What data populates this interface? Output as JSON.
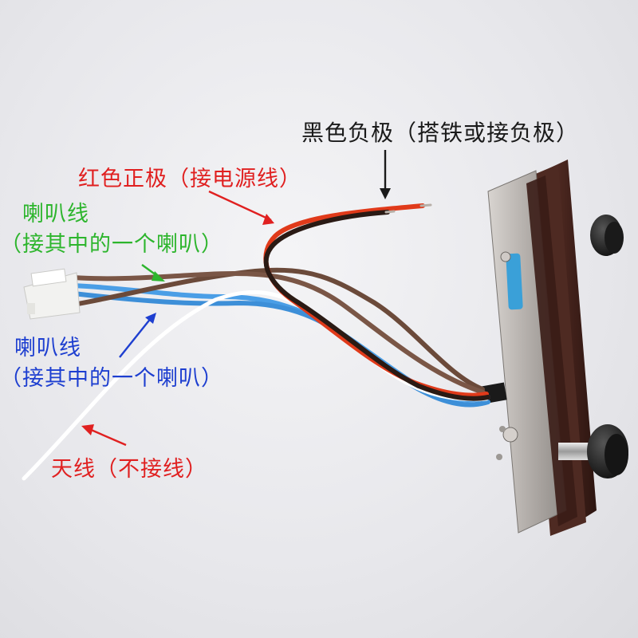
{
  "labels": {
    "black_negative": "黑色负极（搭铁或接负极）",
    "red_positive": "红色正极（接电源线）",
    "speaker_green_line1": "喇叭线",
    "speaker_green_line2": "（接其中的一个喇叭）",
    "speaker_blue_line1": "喇叭线",
    "speaker_blue_line2": "（接其中的一个喇叭）",
    "antenna": "天线（不接线）"
  },
  "colors": {
    "black_label": "#1a1a1a",
    "red_label": "#e02020",
    "green_label": "#2db52d",
    "blue_label": "#1e3fd0",
    "wire_red": "#e03a1a",
    "wire_black": "#2a1a14",
    "wire_brown": "#6b4a3a",
    "wire_blue": "#4a9ee6",
    "wire_white": "#ffffff",
    "module_brown": "#4a2620",
    "plate_steel": "#b9b4b0"
  },
  "icons": [
    "arrow-icon"
  ]
}
